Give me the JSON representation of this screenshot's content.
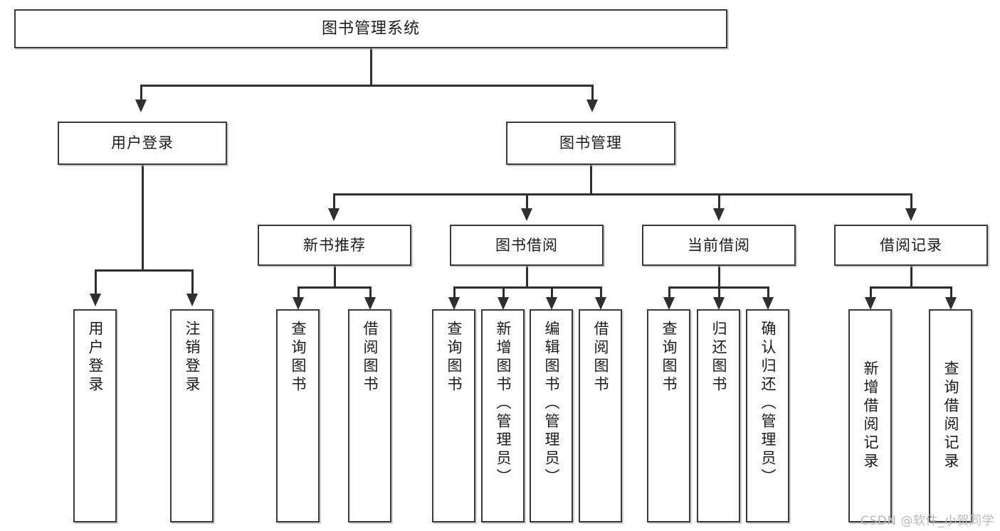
{
  "diagram": {
    "title": "图书管理系统",
    "type": "function-structure-tree",
    "watermark": "CSDN @软件_小贺同学",
    "colors": {
      "box_border": "#3a3a3a",
      "box_fill": "#ffffff",
      "connector": "#2f2f2f",
      "text": "#1b1b1b",
      "watermark": "#b9b9b9",
      "background": "#ffffff"
    },
    "root": {
      "label": "图书管理系统"
    },
    "level2": [
      {
        "label": "用户登录"
      },
      {
        "label": "图书管理"
      }
    ],
    "level3": [
      {
        "label": "新书推荐"
      },
      {
        "label": "图书借阅"
      },
      {
        "label": "当前借阅"
      },
      {
        "label": "借阅记录"
      }
    ],
    "leaves": {
      "user_login": [
        {
          "label": "用户登录"
        },
        {
          "label": "注销登录"
        }
      ],
      "new_book": [
        {
          "label": "查询图书"
        },
        {
          "label": "借阅图书"
        }
      ],
      "book_borrow": [
        {
          "label": "查询图书"
        },
        {
          "label": "新增图书（管理员）"
        },
        {
          "label": "编辑图书（管理员）"
        },
        {
          "label": "借阅图书"
        }
      ],
      "current_borrow": [
        {
          "label": "查询图书"
        },
        {
          "label": "归还图书"
        },
        {
          "label": "确认归还（管理员）"
        }
      ],
      "borrow_record": [
        {
          "label": "新增借阅记录"
        },
        {
          "label": "查询借阅记录"
        }
      ]
    }
  }
}
